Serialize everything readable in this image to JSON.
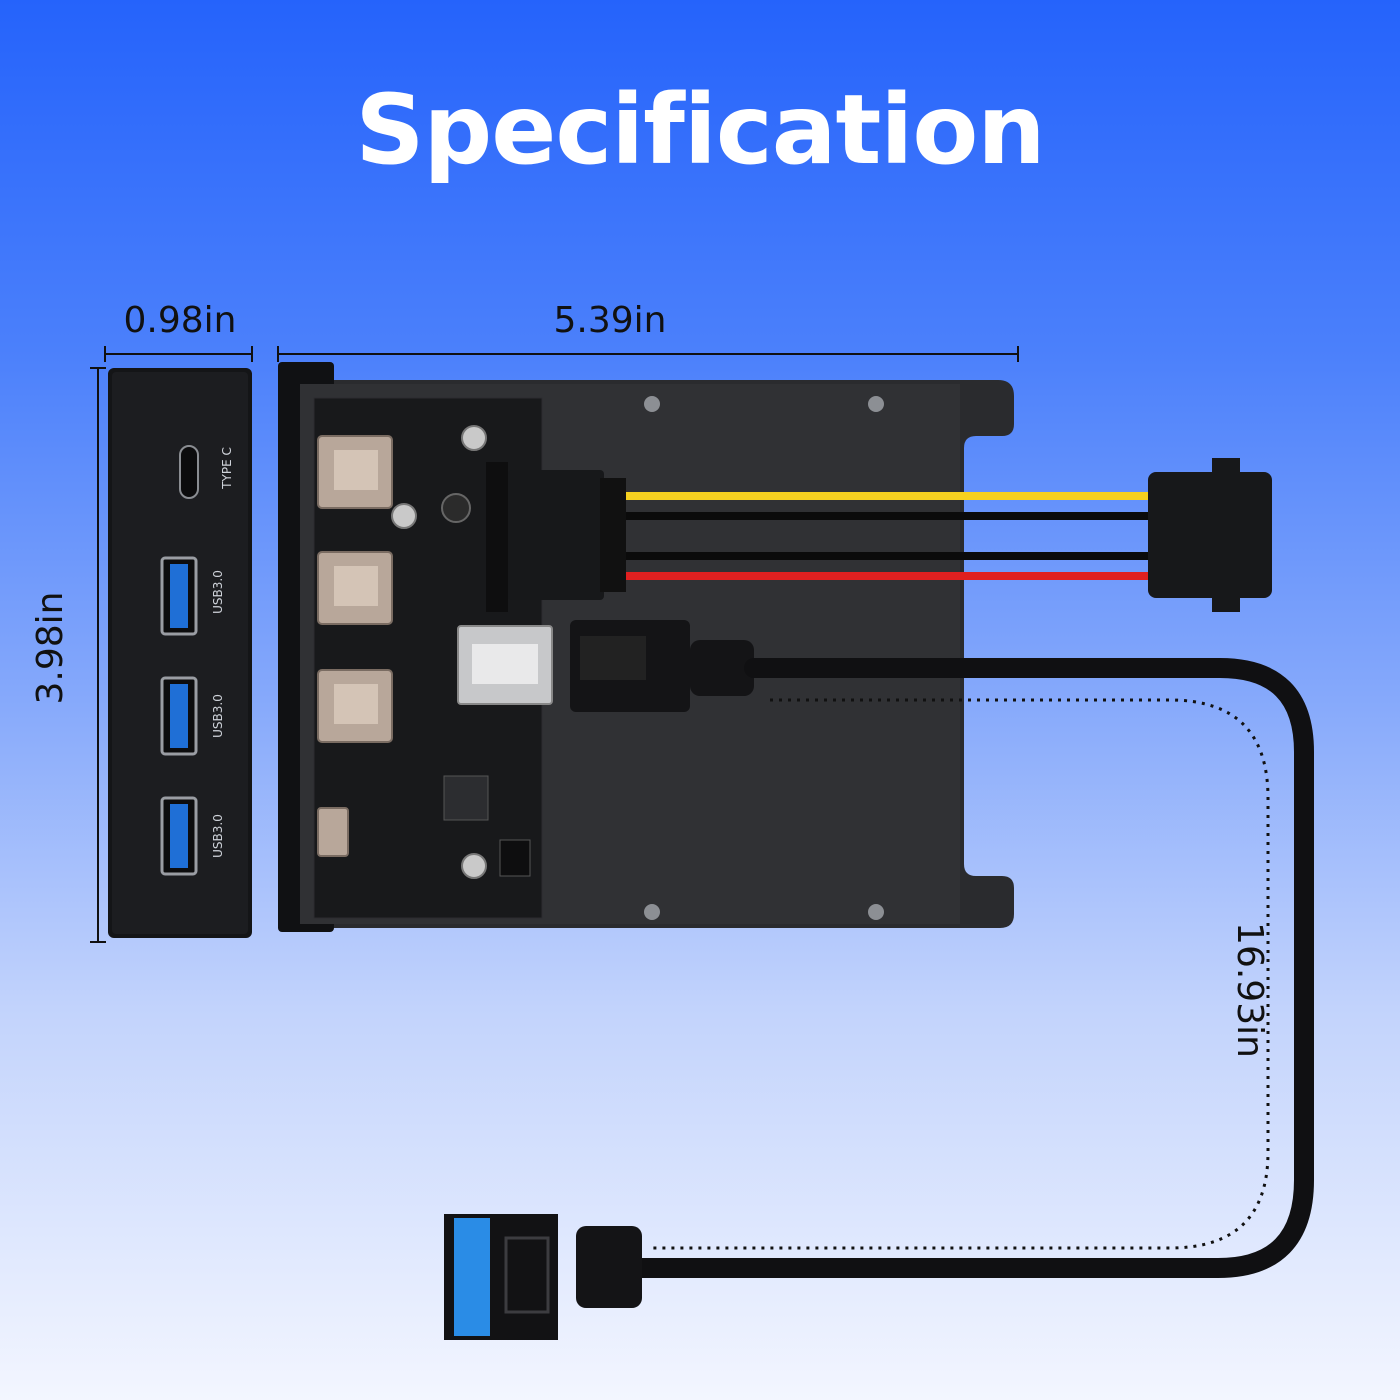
{
  "title": "Specification",
  "dimensions": {
    "front_panel_depth": "0.98in",
    "bracket_width": "5.39in",
    "height": "3.98in",
    "cable_length": "16.93in"
  },
  "front_panel": {
    "ports": [
      {
        "label": "TYPE C",
        "kind": "usb-c"
      },
      {
        "label": "USB3.0",
        "kind": "usb-a"
      },
      {
        "label": "USB3.0",
        "kind": "usb-a"
      },
      {
        "label": "USB3.0",
        "kind": "usb-a"
      }
    ]
  },
  "colors": {
    "background_top": "#2563fb",
    "background_bottom": "#f3f6ff",
    "usb3_blue": "#1f6fd6",
    "wire_yellow": "#f5d020",
    "wire_red": "#e02020",
    "header_blue": "#2a8ce6"
  }
}
